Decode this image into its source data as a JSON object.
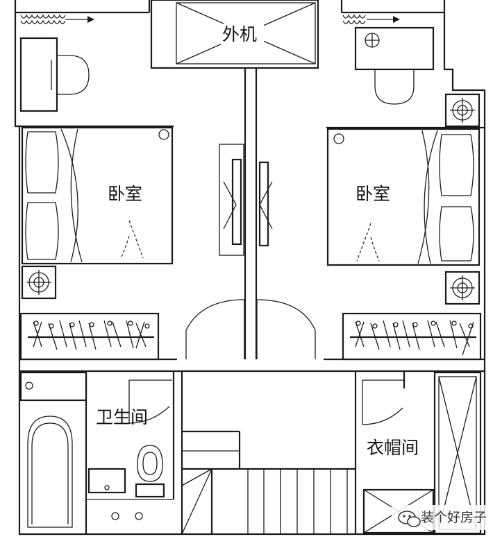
{
  "labels": {
    "outdoor_unit": "外机",
    "bedroom_left": "卧室",
    "bedroom_right": "卧室",
    "bathroom": "卫生间",
    "cloakroom": "衣帽间"
  },
  "watermark": {
    "text": "装个好房子"
  }
}
